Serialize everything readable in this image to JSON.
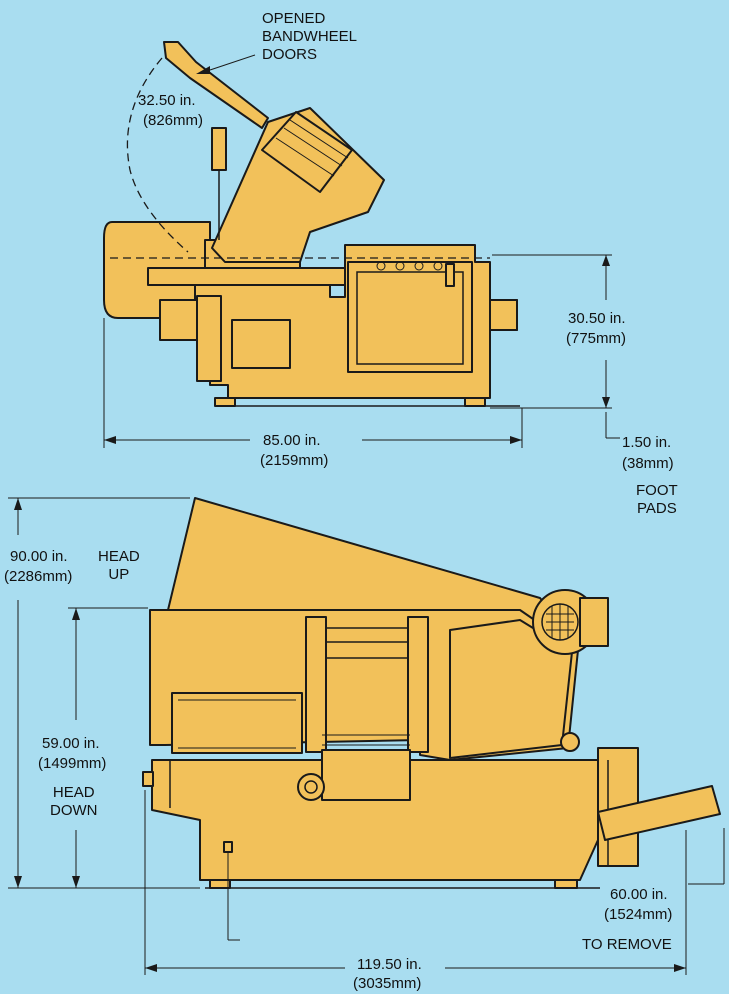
{
  "colors": {
    "background": "#a9ddf0",
    "machine_body": "#f2c15a",
    "outline": "#1a1a1a"
  },
  "top_view": {
    "door_label": "OPENED\nBANDWHEEL\nDOORS",
    "door_dim_in": "32.50 in.",
    "door_dim_mm": "(826mm)",
    "height_in": "30.50 in.",
    "height_mm": "(775mm)",
    "length_in": "85.00 in.",
    "length_mm": "(2159mm)",
    "foot_in": "1.50 in.",
    "foot_mm": "(38mm)",
    "foot_label": "FOOT\nPADS"
  },
  "bottom_view": {
    "head_up_in": "90.00 in.",
    "head_up_mm": "(2286mm)",
    "head_up_label": "HEAD\nUP",
    "head_down_in": "59.00 in.",
    "head_down_mm": "(1499mm)",
    "head_down_label": "HEAD\nDOWN",
    "remove_in": "60.00 in.",
    "remove_mm": "(1524mm)",
    "remove_label": "TO REMOVE",
    "length_in": "119.50 in.",
    "length_mm": "(3035mm)"
  }
}
